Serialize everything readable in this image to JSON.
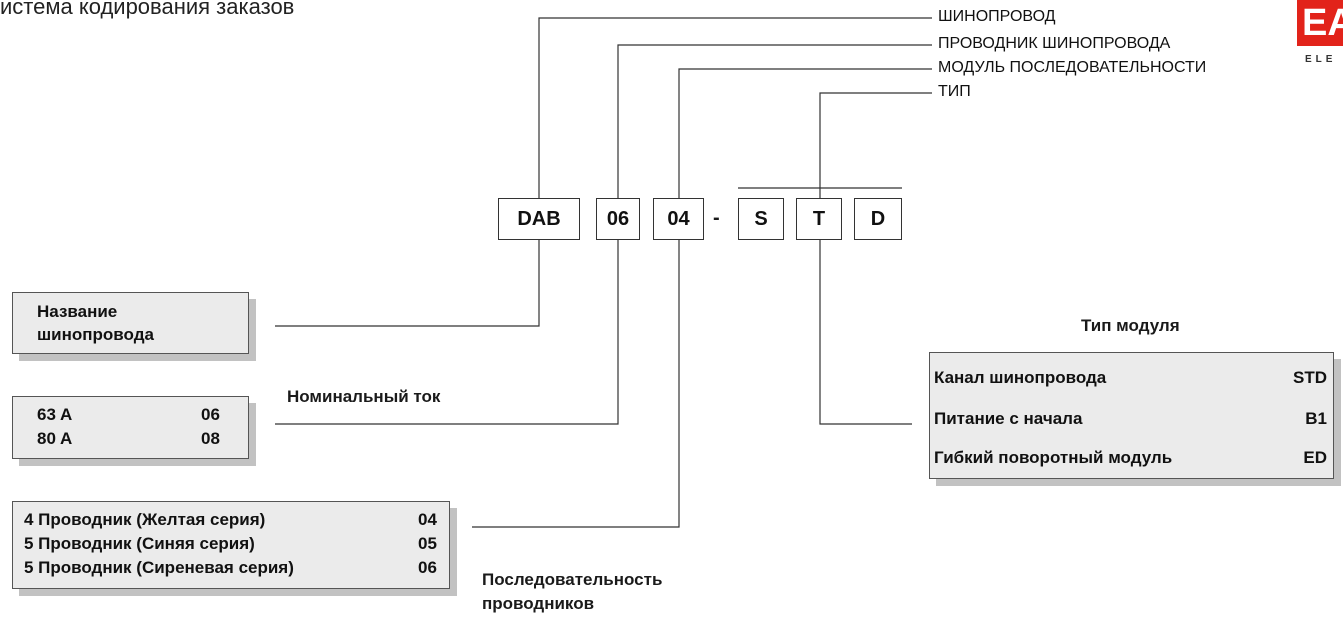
{
  "title": "истема кодирования заказов",
  "legend": [
    {
      "label": "ШИНОПРОВОД"
    },
    {
      "label": "ПРОВОДНИК ШИНОПРОВОДА"
    },
    {
      "label": "МОДУЛЬ ПОСЛЕДОВАТЕЛЬНОСТИ"
    },
    {
      "label": "ТИП"
    }
  ],
  "code": {
    "segments": [
      "DAB",
      "06",
      "04",
      "S",
      "T",
      "D"
    ],
    "separator": "-"
  },
  "panels": {
    "busway_name": {
      "text_line1": "Название",
      "text_line2": "шинопровода"
    },
    "rated_current": {
      "caption": "Номинальный ток",
      "rows": [
        {
          "label": "63 A",
          "code": "06"
        },
        {
          "label": "80 A",
          "code": "08"
        }
      ]
    },
    "conductor_sequence": {
      "caption_line1": "Последовательность",
      "caption_line2": "проводников",
      "rows": [
        {
          "label": "4 Проводник (Желтая серия)",
          "code": "04"
        },
        {
          "label": "5 Проводник (Синяя серия)",
          "code": "05"
        },
        {
          "label": "5 Проводник (Сиреневая серия)",
          "code": "06"
        }
      ]
    },
    "module_type": {
      "caption": "Тип модуля",
      "rows": [
        {
          "label": "Канал шинопровода",
          "code": "STD"
        },
        {
          "label": "Питание с начала",
          "code": "B1"
        },
        {
          "label": "Гибкий поворотный модуль",
          "code": "ED"
        }
      ]
    }
  },
  "logo": {
    "mark": "EA",
    "subtitle": "ELE"
  },
  "colors": {
    "logo_red": "#e2231a",
    "panel_fill": "#ebebeb",
    "panel_shadow": "#c2c2c2",
    "line": "#333333"
  }
}
